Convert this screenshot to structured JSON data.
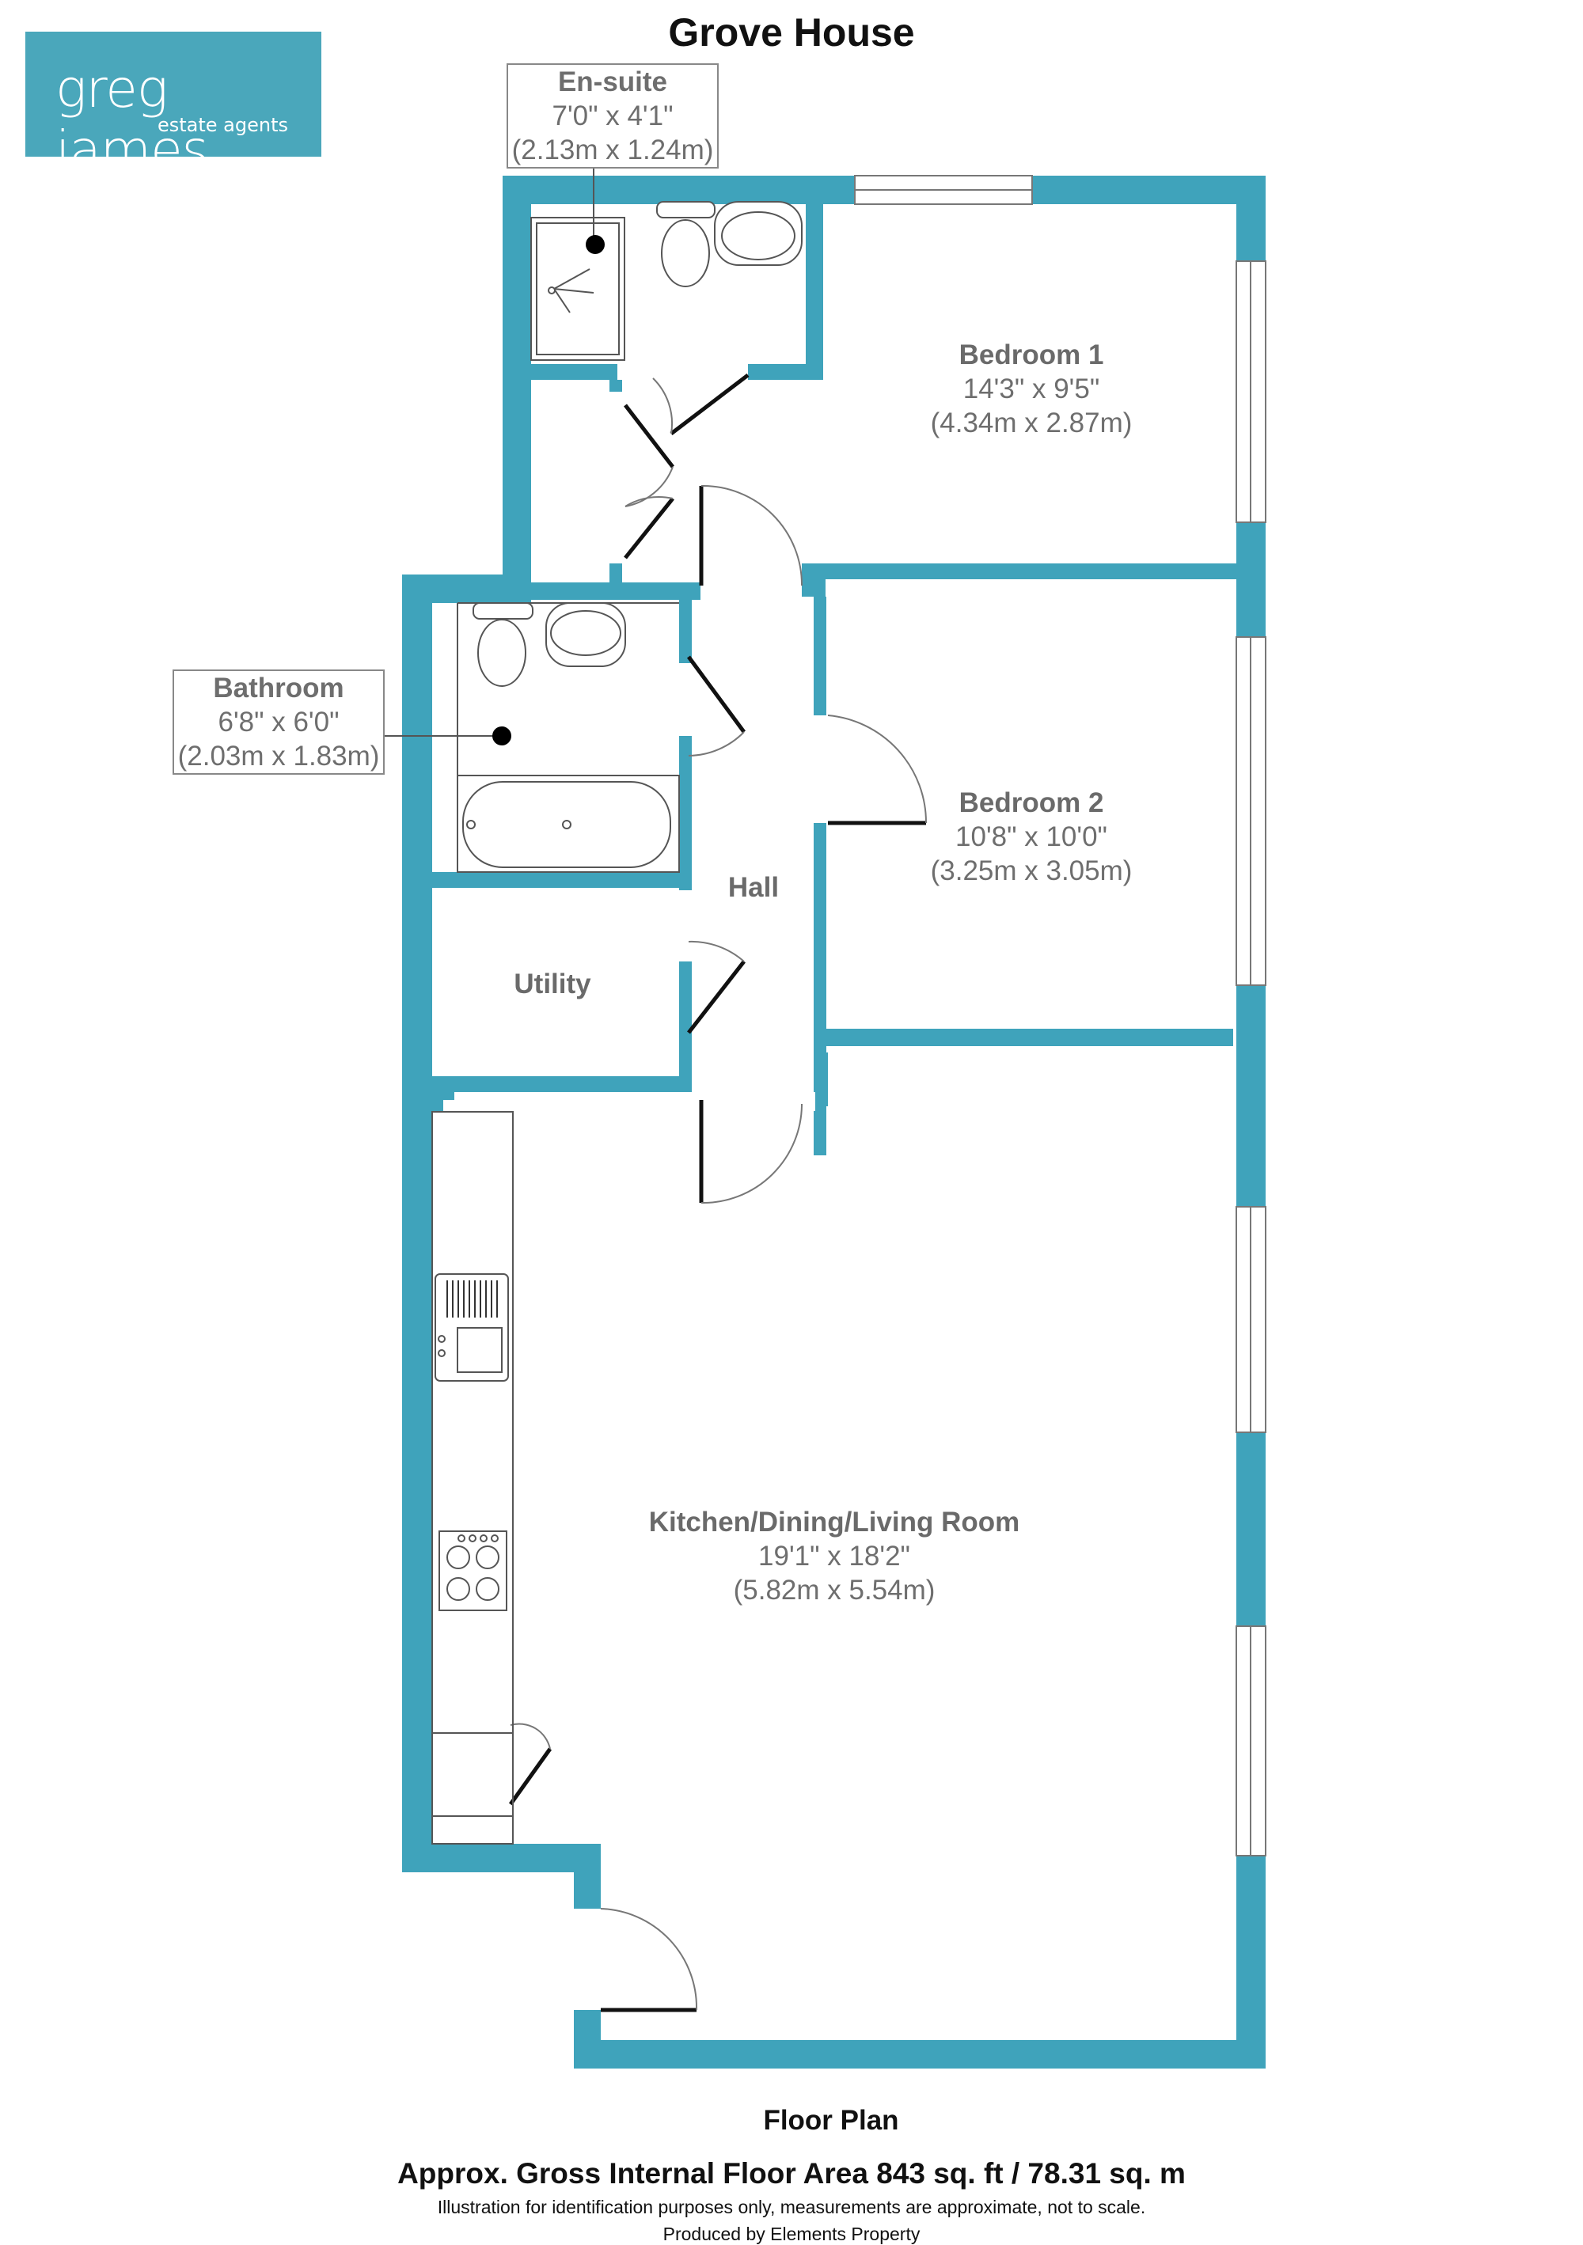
{
  "title": "Grove House",
  "logo": {
    "name": "greg james",
    "sub": "estate agents"
  },
  "rooms": {
    "ensuite": {
      "name": "En-suite",
      "imperial": "7'0\" x 4'1\"",
      "metric": "(2.13m x 1.24m)"
    },
    "bedroom1": {
      "name": "Bedroom 1",
      "imperial": "14'3\" x 9'5\"",
      "metric": "(4.34m x 2.87m)"
    },
    "bathroom": {
      "name": "Bathroom",
      "imperial": "6'8\" x 6'0\"",
      "metric": "(2.03m x 1.83m)"
    },
    "bedroom2": {
      "name": "Bedroom 2",
      "imperial": "10'8\" x 10'0\"",
      "metric": "(3.25m x 3.05m)"
    },
    "hall": {
      "name": "Hall"
    },
    "utility": {
      "name": "Utility"
    },
    "kitchen": {
      "name": "Kitchen/Dining/Living Room",
      "imperial": "19'1\" x 18'2\"",
      "metric": "(5.82m x 5.54m)"
    }
  },
  "footer": {
    "plan_label": "Floor Plan",
    "area": "Approx. Gross Internal Floor Area 843 sq. ft / 78.31 sq. m",
    "disclaimer": "Illustration for identification purposes only, measurements are approximate, not to scale.",
    "produced_by": "Produced by Elements Property"
  },
  "colors": {
    "wall": "#3fa3bb",
    "logo": "#4aa7bb",
    "fixture": "#555555"
  }
}
